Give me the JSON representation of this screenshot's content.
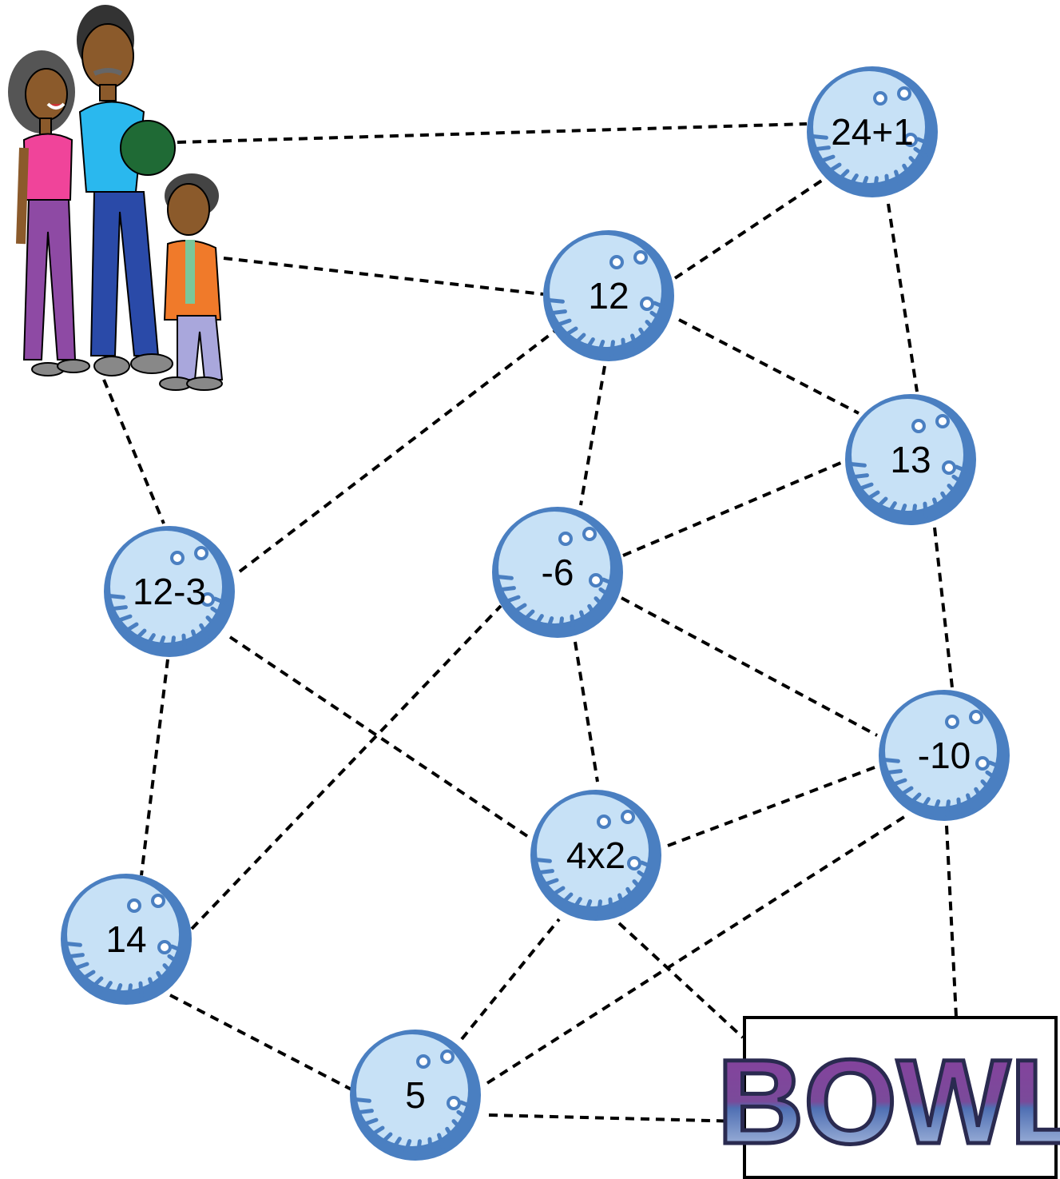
{
  "balls": [
    {
      "id": "b24",
      "label": "24+1"
    },
    {
      "id": "b12",
      "label": "12"
    },
    {
      "id": "b13",
      "label": "13"
    },
    {
      "id": "b123",
      "label": "12-3"
    },
    {
      "id": "bm6",
      "label": "-6"
    },
    {
      "id": "bm10",
      "label": "-10"
    },
    {
      "id": "b4x2",
      "label": "4x2"
    },
    {
      "id": "b14",
      "label": "14"
    },
    {
      "id": "b5",
      "label": "5"
    }
  ],
  "goal": {
    "label": "BOWL"
  },
  "colors": {
    "ball_fill": "#c7e1f6",
    "ball_rim": "#4a7fc1",
    "goal_top": "#7b3a96",
    "goal_bottom": "#4e74b6",
    "dash": "#000000"
  }
}
